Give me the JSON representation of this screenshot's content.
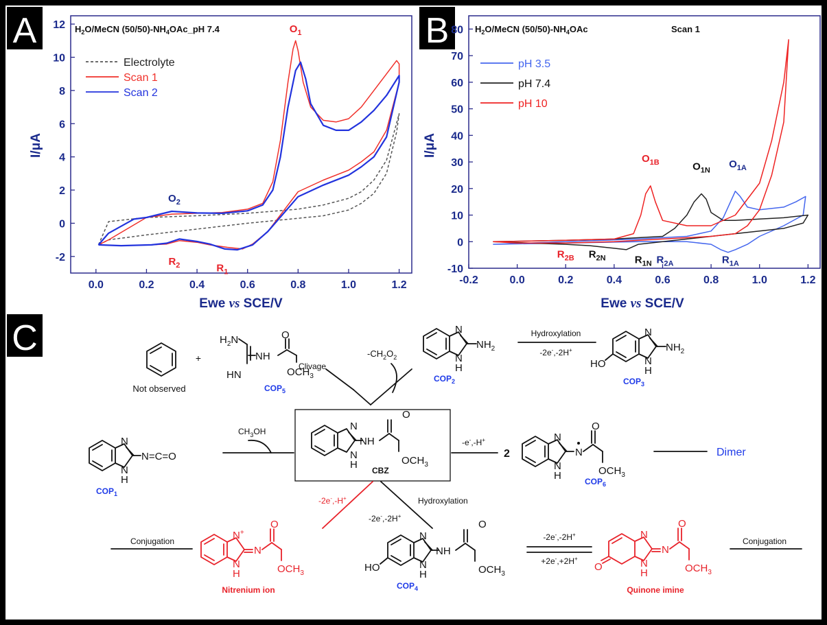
{
  "panel_letters": {
    "a": "A",
    "b": "B",
    "c": "C"
  },
  "chart_data": [
    {
      "type": "line",
      "panel": "A",
      "title": "H2O/MeCN (50/50)-NH4OAc_pH 7.4",
      "xlabel": "Ewe vs SCE/V",
      "ylabel": "I/μA",
      "xlim": [
        -0.1,
        1.25
      ],
      "ylim": [
        -3,
        12.5
      ],
      "xticks": [
        0.0,
        0.2,
        0.4,
        0.6,
        0.8,
        1.0,
        1.2
      ],
      "yticks": [
        -2,
        0,
        2,
        4,
        6,
        8,
        10,
        12
      ],
      "legend_position": "top-left",
      "grid": false,
      "series": [
        {
          "name": "Electrolyte",
          "color": "#555555",
          "dash": "4,3",
          "x": [
            0.01,
            0.05,
            0.2,
            0.4,
            0.6,
            0.8,
            0.9,
            1.0,
            1.05,
            1.1,
            1.15,
            1.2,
            1.19,
            1.15,
            1.1,
            1.05,
            1.0,
            0.9,
            0.8,
            0.7,
            0.6,
            0.4,
            0.2,
            0.05,
            0.01
          ],
          "y": [
            -1.3,
            0.1,
            0.35,
            0.45,
            0.6,
            0.85,
            1.1,
            1.5,
            1.9,
            2.6,
            3.8,
            6.6,
            5.5,
            3.0,
            1.8,
            1.2,
            0.8,
            0.45,
            0.3,
            0.15,
            0.0,
            -0.35,
            -0.7,
            -1.0,
            -1.3
          ]
        },
        {
          "name": "Scan 1",
          "color": "#f0302a",
          "dash": "",
          "x": [
            0.01,
            0.05,
            0.2,
            0.3,
            0.4,
            0.5,
            0.6,
            0.66,
            0.7,
            0.73,
            0.76,
            0.78,
            0.79,
            0.8,
            0.82,
            0.85,
            0.9,
            0.95,
            1.0,
            1.05,
            1.1,
            1.15,
            1.19,
            1.2,
            1.2,
            1.15,
            1.1,
            1.05,
            1.0,
            0.9,
            0.8,
            0.72,
            0.68,
            0.62,
            0.58,
            0.52,
            0.45,
            0.4,
            0.33,
            0.28,
            0.22,
            0.1,
            0.01
          ],
          "y": [
            -1.3,
            -1.0,
            0.35,
            0.55,
            0.6,
            0.65,
            0.85,
            1.2,
            2.5,
            5.0,
            8.5,
            10.5,
            11.0,
            10.4,
            8.5,
            7.0,
            6.2,
            6.1,
            6.3,
            7.0,
            8.0,
            9.0,
            9.8,
            9.6,
            8.5,
            5.6,
            4.3,
            3.7,
            3.2,
            2.6,
            1.9,
            0.3,
            -0.5,
            -1.25,
            -1.55,
            -1.45,
            -1.3,
            -1.15,
            -1.05,
            -1.25,
            -1.3,
            -1.35,
            -1.3
          ]
        },
        {
          "name": "Scan 2",
          "color": "#2233dd",
          "dash": "",
          "x": [
            0.01,
            0.05,
            0.15,
            0.2,
            0.3,
            0.4,
            0.5,
            0.6,
            0.66,
            0.7,
            0.73,
            0.76,
            0.79,
            0.81,
            0.83,
            0.85,
            0.9,
            0.95,
            1.0,
            1.05,
            1.1,
            1.15,
            1.2,
            1.2,
            1.15,
            1.1,
            1.05,
            1.0,
            0.9,
            0.8,
            0.72,
            0.68,
            0.62,
            0.56,
            0.51,
            0.45,
            0.4,
            0.33,
            0.28,
            0.22,
            0.1,
            0.01
          ],
          "y": [
            -1.3,
            -0.6,
            0.25,
            0.35,
            0.72,
            0.62,
            0.6,
            0.75,
            1.1,
            2.0,
            4.0,
            7.0,
            9.2,
            9.7,
            8.7,
            7.2,
            5.9,
            5.6,
            5.6,
            6.1,
            6.8,
            7.7,
            8.9,
            8.5,
            5.2,
            4.0,
            3.4,
            2.9,
            2.3,
            1.6,
            0.2,
            -0.5,
            -1.3,
            -1.6,
            -1.55,
            -1.25,
            -1.1,
            -0.95,
            -1.2,
            -1.3,
            -1.35,
            -1.3
          ]
        }
      ],
      "annotations": [
        {
          "text": "O",
          "sub": "1",
          "x": 0.79,
          "y": 11.5,
          "color": "#e8222a"
        },
        {
          "text": "O",
          "sub": "2",
          "x": 0.31,
          "y": 1.3,
          "color": "#1a2a8c"
        },
        {
          "text": "R",
          "sub": "2",
          "x": 0.31,
          "y": -2.5,
          "color": "#e8222a"
        },
        {
          "text": "R",
          "sub": "1",
          "x": 0.5,
          "y": -2.9,
          "color": "#e8222a"
        }
      ]
    },
    {
      "type": "line",
      "panel": "B",
      "title": "H2O/MeCN (50/50)-NH4OAc",
      "subtitle": "Scan 1",
      "xlabel": "Ewe vs SCE/V",
      "ylabel": "I/μA",
      "xlim": [
        -0.2,
        1.25
      ],
      "ylim": [
        -10,
        85
      ],
      "xticks": [
        -0.2,
        0.0,
        0.2,
        0.4,
        0.6,
        0.8,
        1.0,
        1.2
      ],
      "yticks": [
        -10,
        0,
        10,
        20,
        30,
        40,
        50,
        60,
        70,
        80
      ],
      "legend_position": "top-left",
      "grid": false,
      "series": [
        {
          "name": "pH 3.5",
          "color": "#4466ee",
          "dash": "",
          "x": [
            -0.1,
            0.2,
            0.5,
            0.7,
            0.8,
            0.85,
            0.88,
            0.9,
            0.92,
            0.95,
            1.0,
            1.1,
            1.15,
            1.19,
            1.18,
            1.1,
            1.0,
            0.95,
            0.9,
            0.87,
            0.84,
            0.8,
            0.7,
            0.5,
            0.2,
            -0.1
          ],
          "y": [
            -1,
            0,
            1,
            2,
            4,
            9,
            15,
            19,
            17,
            13,
            12,
            13,
            15,
            17,
            10,
            6,
            2,
            -1,
            -3,
            -4,
            -3,
            -1,
            0,
            0,
            -0.5,
            -1
          ]
        },
        {
          "name": "pH 7.4",
          "color": "#222222",
          "dash": "",
          "x": [
            -0.1,
            0.2,
            0.4,
            0.6,
            0.65,
            0.7,
            0.73,
            0.76,
            0.78,
            0.8,
            0.85,
            0.9,
            1.0,
            1.1,
            1.2,
            1.18,
            1.1,
            1.0,
            0.9,
            0.8,
            0.7,
            0.6,
            0.5,
            0.45,
            0.4,
            0.3,
            0.2,
            -0.1
          ],
          "y": [
            0,
            0.5,
            1,
            2,
            5,
            10,
            15,
            18,
            16,
            11,
            8,
            8,
            8.5,
            9,
            10,
            7,
            5,
            4,
            3,
            2,
            1,
            0,
            -1,
            -3,
            -2.5,
            -1.5,
            -1,
            0
          ]
        },
        {
          "name": "pH 10",
          "color": "#ee2222",
          "dash": "",
          "x": [
            -0.1,
            0.2,
            0.4,
            0.48,
            0.51,
            0.53,
            0.55,
            0.57,
            0.6,
            0.7,
            0.8,
            0.9,
            1.0,
            1.05,
            1.1,
            1.12,
            1.1,
            1.05,
            1.0,
            0.95,
            0.9,
            0.8,
            0.7,
            0.6,
            0.4,
            0.2,
            0.0,
            -0.1
          ],
          "y": [
            0,
            0.5,
            1,
            3,
            10,
            18,
            21,
            15,
            8,
            6,
            6,
            10,
            22,
            38,
            60,
            76,
            45,
            25,
            12,
            6,
            3,
            2,
            1.5,
            1,
            0,
            -0.5,
            -0.5,
            0
          ]
        }
      ],
      "annotations": [
        {
          "text": "O",
          "sub": "1B",
          "x": 0.55,
          "y": 30,
          "color": "#e8222a"
        },
        {
          "text": "O",
          "sub": "1N",
          "x": 0.76,
          "y": 27,
          "color": "#111111"
        },
        {
          "text": "O",
          "sub": "1A",
          "x": 0.91,
          "y": 28,
          "color": "#1a2a8c"
        },
        {
          "text": "R",
          "sub": "2B",
          "x": 0.2,
          "y": -6,
          "color": "#e8222a"
        },
        {
          "text": "R",
          "sub": "2N",
          "x": 0.33,
          "y": -6,
          "color": "#111111"
        },
        {
          "text": "R",
          "sub": "1N",
          "x": 0.52,
          "y": -8,
          "color": "#111111"
        },
        {
          "text": "R",
          "sub": "2A",
          "x": 0.61,
          "y": -8,
          "color": "#1a2a8c"
        },
        {
          "text": "R",
          "sub": "1A",
          "x": 0.88,
          "y": -8,
          "color": "#1a2a8c"
        }
      ]
    }
  ],
  "scheme": {
    "cbz": "CBZ",
    "not_observed": "Not observed",
    "plus": "+",
    "clivage": "Clivage",
    "ch2o2": "-CH2O2",
    "hydroxylation_top": "Hydroxylation",
    "e2h2_top": "-2e-,-2H+",
    "ch3oh": "CH3OH",
    "e1h1": "-e-,-H+",
    "dimer": "Dimer",
    "coeff2": "2",
    "e2h1_red": "-2e-,-H+",
    "hydroxylation_mid": "Hydroxylation",
    "e2h2_mid": "-2e-,-2H+",
    "eq_fwd": "-2e-,-2H+",
    "eq_back": "+2e-,+2H+",
    "conj_left": "Conjugation",
    "conj_right": "Conjugation",
    "nitrenium": "Nitrenium ion",
    "quinone": "Quinone imine",
    "cop1": "COP1",
    "cop2": "COP2",
    "cop3": "COP3",
    "cop4": "COP4",
    "cop5": "COP5",
    "cop6": "COP6",
    "nh2": "NH2",
    "och3": "OCH3",
    "nh": "NH",
    "n": "N",
    "h": "H",
    "o": "O",
    "ho": "HO",
    "h2n": "H2N",
    "hn": "HN",
    "ncO": "N=C=O",
    "nplus": "N+"
  }
}
